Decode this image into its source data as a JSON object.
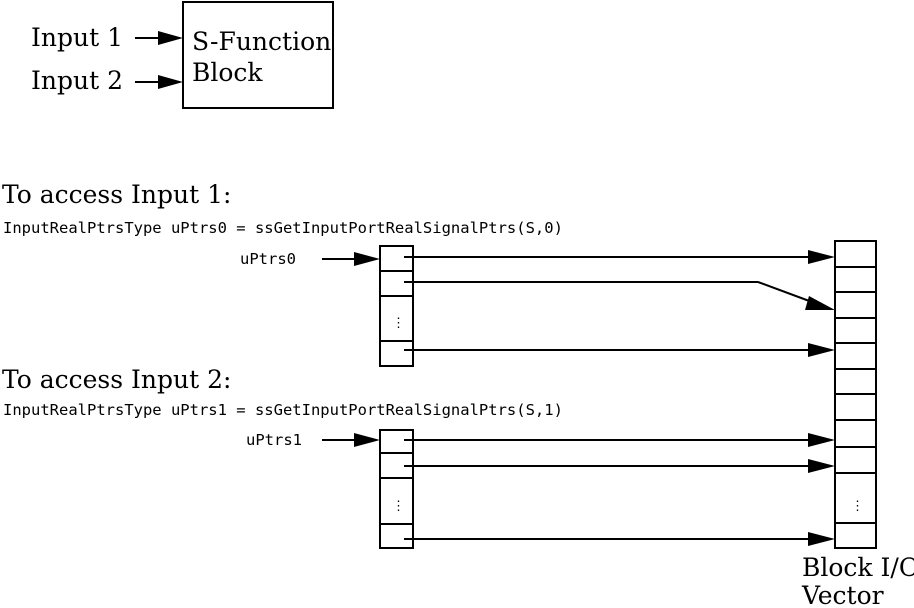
{
  "inputs": {
    "input1": "Input 1",
    "input2": "Input 2"
  },
  "sfunction": {
    "line1": "S-Function",
    "line2": "Block"
  },
  "section1": {
    "heading": "To access Input 1:",
    "code": "InputRealPtrsType uPtrs0 = ssGetInputPortRealSignalPtrs(S,0)",
    "pointer": "uPtrs0",
    "ellipsis": "⋮"
  },
  "section2": {
    "heading": "To access Input 2:",
    "code": "InputRealPtrsType uPtrs1 = ssGetInputPortRealSignalPtrs(S,1)",
    "pointer": "uPtrs1",
    "ellipsis": "⋮"
  },
  "vector": {
    "line1": "Block I/O",
    "line2": "Vector",
    "ellipsis": "⋮"
  },
  "colors": {
    "ink": "#000000",
    "background": "#ffffff"
  }
}
